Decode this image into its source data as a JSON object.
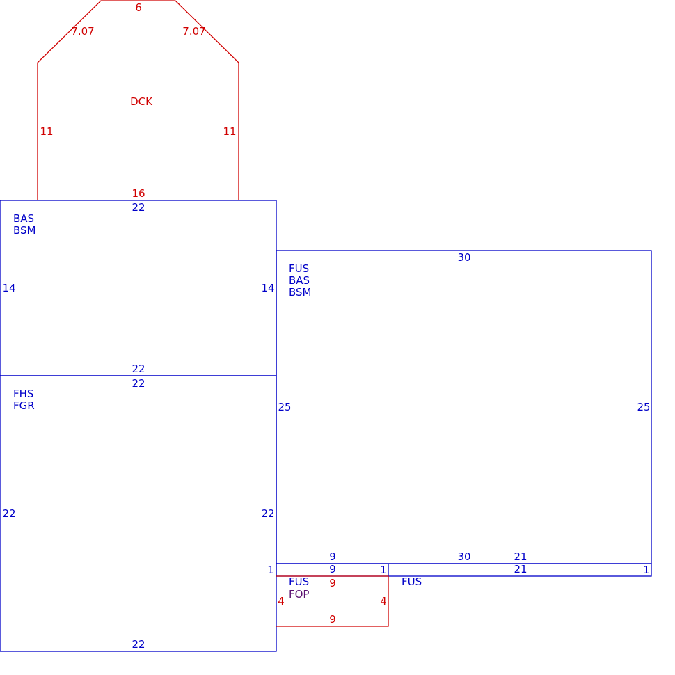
{
  "colors": {
    "blue": "#0000c8",
    "red": "#d00000"
  },
  "deck": {
    "label": "DCK",
    "dims": {
      "top": "6",
      "diag_left": "7.07",
      "diag_right": "7.07",
      "left": "11",
      "right": "11",
      "bottom": "16"
    }
  },
  "bas_upper": {
    "labels": [
      "BAS",
      "BSM"
    ],
    "dims": {
      "top": "22",
      "left": "14",
      "right": "14",
      "bottom": "22"
    }
  },
  "garage": {
    "labels": [
      "FHS",
      "FGR"
    ],
    "dims": {
      "top": "22",
      "left": "22",
      "right": "22",
      "bottom": "22"
    }
  },
  "main": {
    "labels": [
      "FUS",
      "BAS",
      "BSM"
    ],
    "dims": {
      "top": "30",
      "left": "25",
      "right": "25",
      "bottom": "30",
      "bottom_right": "21"
    }
  },
  "strip": {
    "label": "FUS",
    "dims": {
      "top_left": "9",
      "left": "1",
      "mid": "1",
      "top_right": "21",
      "right": "1"
    }
  },
  "porch": {
    "labels": [
      "FUS",
      "FOP"
    ],
    "dims": {
      "top": "9",
      "left": "4",
      "right": "4",
      "bottom": "9"
    }
  }
}
